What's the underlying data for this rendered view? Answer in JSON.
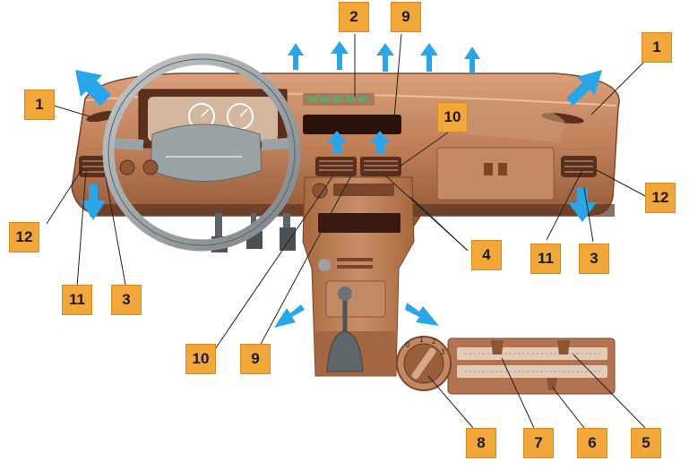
{
  "diagram": {
    "callouts": [
      {
        "id": "c1-left",
        "label": "1"
      },
      {
        "id": "c12-left",
        "label": "12"
      },
      {
        "id": "c11-left",
        "label": "11"
      },
      {
        "id": "c3-left",
        "label": "3"
      },
      {
        "id": "c2-top",
        "label": "2"
      },
      {
        "id": "c9-top",
        "label": "9"
      },
      {
        "id": "c1-right",
        "label": "1"
      },
      {
        "id": "c10-top",
        "label": "10"
      },
      {
        "id": "c12-right",
        "label": "12"
      },
      {
        "id": "c4",
        "label": "4"
      },
      {
        "id": "c11-right",
        "label": "11"
      },
      {
        "id": "c3-right",
        "label": "3"
      },
      {
        "id": "c10-bottom",
        "label": "10"
      },
      {
        "id": "c9-bottom",
        "label": "9"
      },
      {
        "id": "c8",
        "label": "8"
      },
      {
        "id": "c7",
        "label": "7"
      },
      {
        "id": "c6",
        "label": "6"
      },
      {
        "id": "c5",
        "label": "5"
      }
    ],
    "knob_scale": [
      "0",
      "1",
      "2",
      "3"
    ],
    "colors": {
      "dashboard": "#b97a55",
      "dashboard_dark": "#8a5234",
      "steering": "#9aa1a4",
      "airflow_arrow": "#2aa6e8",
      "callout_fill": "#f2a73b"
    },
    "icons": [
      "airflow-arrow-icon",
      "steering-wheel-icon",
      "gear-shift-icon",
      "fan-knob-icon"
    ]
  }
}
